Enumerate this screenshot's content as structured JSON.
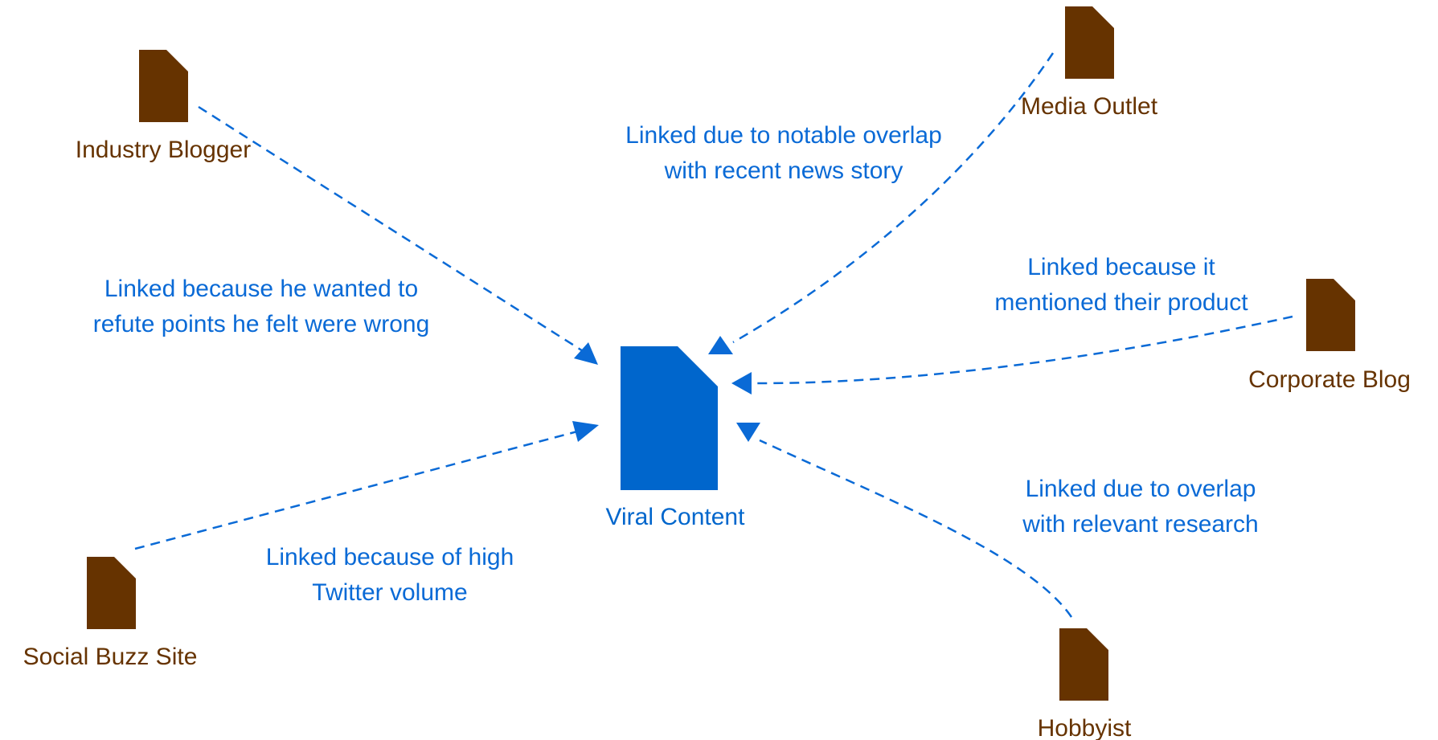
{
  "colors": {
    "center": "#0066cc",
    "source": "#663300",
    "edge": "#0a6ad6"
  },
  "center": {
    "label": "Viral Content",
    "icon": "document-icon"
  },
  "sources": [
    {
      "label": "Industry Blogger",
      "icon": "document-icon"
    },
    {
      "label": "Media Outlet",
      "icon": "document-icon"
    },
    {
      "label": "Corporate Blog",
      "icon": "document-icon"
    },
    {
      "label": "Hobbyist",
      "icon": "document-icon"
    },
    {
      "label": "Social Buzz Site",
      "icon": "document-icon"
    }
  ],
  "edges": [
    {
      "from": "Industry Blogger",
      "to": "Viral Content",
      "lines": [
        "Linked because he wanted to",
        "refute points he felt were wrong"
      ]
    },
    {
      "from": "Media Outlet",
      "to": "Viral Content",
      "lines": [
        "Linked due to notable overlap",
        "with recent news story"
      ]
    },
    {
      "from": "Corporate Blog",
      "to": "Viral Content",
      "lines": [
        "Linked because it",
        "mentioned their product"
      ]
    },
    {
      "from": "Hobbyist",
      "to": "Viral Content",
      "lines": [
        "Linked due to overlap",
        "with relevant research"
      ]
    },
    {
      "from": "Social Buzz Site",
      "to": "Viral Content",
      "lines": [
        "Linked because of high",
        "Twitter volume"
      ]
    }
  ]
}
